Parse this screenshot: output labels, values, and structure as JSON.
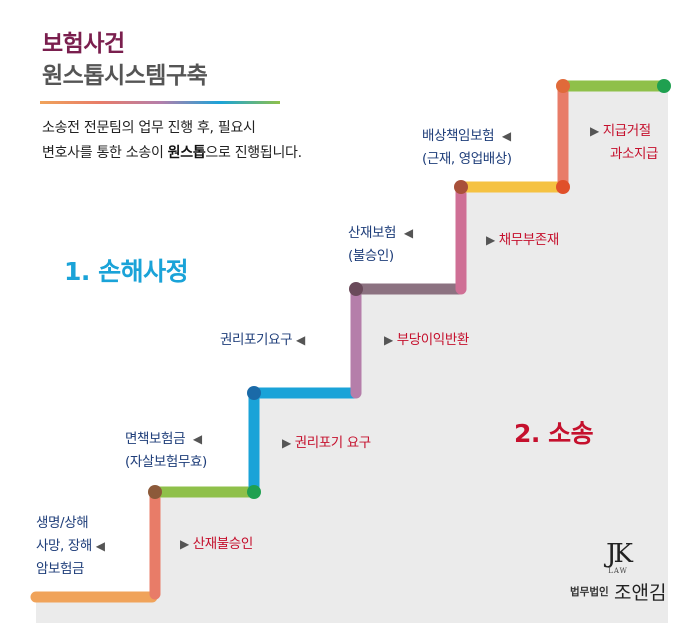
{
  "title": {
    "line1": "보험사건",
    "line2": "원스톱시스템구축"
  },
  "intro": {
    "line1": "소송전 전문팀의 업무 진행 후, 필요시",
    "line2_pre": "변호사를 통한 소송이 ",
    "line2_bold": "원스톱",
    "line2_post": "으로 진행됩니다."
  },
  "sections": {
    "s1": "1. 손해사정",
    "s2": "2. 소송"
  },
  "steps": {
    "s1": {
      "left": [
        "생명/상해",
        "사망, 장해",
        "암보험금"
      ],
      "right": "산재불승인"
    },
    "s2": {
      "left": [
        "면책보험금",
        "(자살보험무효)"
      ],
      "right": "권리포기 요구"
    },
    "s3": {
      "left": [
        "권리포기요구"
      ],
      "right": "부당이익반환"
    },
    "s4": {
      "left": [
        "산재보험",
        "(불승인)"
      ],
      "right": "채무부존재"
    },
    "s5": {
      "left": [
        "배상책임보험",
        "(근재, 영업배상)"
      ],
      "right": [
        "지급거절",
        "과소지급"
      ]
    }
  },
  "arrows": {
    "left": "◀",
    "right": "▶"
  },
  "logo": {
    "mark": "JK",
    "sub": "LAW",
    "firm": "법무법인",
    "name": "조앤김"
  },
  "colors": {
    "orange": "#f0a35a",
    "salmon": "#e87c68",
    "green": "#8fc04a",
    "blue": "#1aa3d8",
    "mauve": "#b57eaa",
    "gray": "#8c7281",
    "pink": "#cf6f95",
    "yellow": "#f5c242",
    "darkgreen": "#1fa050",
    "accent_red": "#c5102d",
    "title": "#7a1f4e"
  }
}
